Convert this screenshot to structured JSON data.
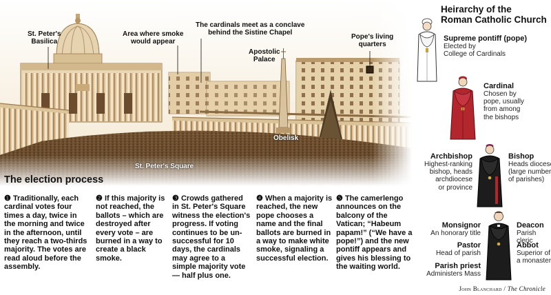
{
  "photo": {
    "labels": {
      "basilica": "St. Peter's\nBasilica",
      "smoke_area": "Area where smoke\nwould appear",
      "conclave": "The cardinals meet as a conclave\nbehind the Sistine Chapel",
      "apostolic": "Apostolic\nPalace",
      "pope_quarters": "Pope's living\nquarters",
      "obelisk": "Obelisk",
      "square": "St. Peter's Square"
    }
  },
  "process": {
    "title": "The election process",
    "steps": [
      {
        "num": "❶",
        "text": "Traditionally, each cardinal votes four times a day, twice in the morning and twice in the afternoon, until they reach a two-thirds majority. The votes are read aloud before the assembly."
      },
      {
        "num": "❷",
        "text": "If this majority is not reached, the ballots – which are destroyed after every vote – are burned in a way to create a black smoke."
      },
      {
        "num": "❸",
        "text": "Crowds gathered in St. Peter's Square witness the election's progress. If voting continues to be un-successful for 10 days, the cardinals may agree to a simple majority vote — half plus one."
      },
      {
        "num": "❹",
        "text": "When a majority is reached, the new pope chooses a name and the final ballots are burned in a way to make white smoke, signaling a successful election."
      },
      {
        "num": "❺",
        "text": "The camerlengo announces on the balcony of the Vatican; “Habeum papam!” (“We have a pope!”) and the new pontiff appears and gives his blessing to the waiting world."
      }
    ]
  },
  "hierarchy": {
    "title": "Heirarchy of the\nRoman Catholic Church",
    "pope": {
      "name": "Supreme pontiff (pope)",
      "desc": "Elected by\nCollege of Cardinals"
    },
    "cardinal": {
      "name": "Cardinal",
      "desc": "Chosen by\npope, usually\nfrom among\nthe bishops"
    },
    "archbishop": {
      "name": "Archbishop",
      "desc": "Highest-ranking\nbishop, heads\narchdiocese\nor province"
    },
    "bishop": {
      "name": "Bishop",
      "desc": "Heads diocese\n(large number\nof parishes)"
    },
    "monsignor": {
      "name": "Monsignor",
      "desc": "An honorary title"
    },
    "deacon": {
      "name": "Deacon",
      "desc": "Parish cleric"
    },
    "pastor": {
      "name": "Pastor",
      "desc": "Head of parish"
    },
    "abbot": {
      "name": "Abbot",
      "desc": "Superior of\na monastery"
    },
    "priest": {
      "name": "Parish priest",
      "desc": "Administers Mass"
    }
  },
  "credit": {
    "author": "John Blanchard",
    "sep": " / ",
    "paper": "The Chronicle"
  },
  "colors": {
    "sepia_light": "#f1e3c8",
    "sepia_mid": "#b99a6c",
    "sepia_dark": "#5e4428",
    "cardinal_red": "#b3262d",
    "black_robe": "#1c1c1c"
  }
}
